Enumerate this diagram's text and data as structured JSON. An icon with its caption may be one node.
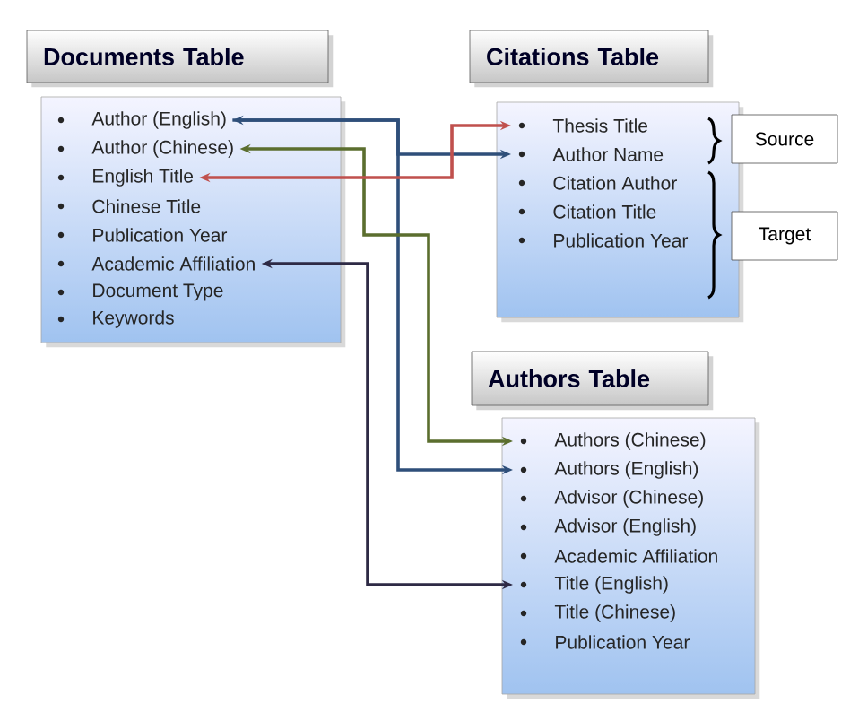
{
  "diagram": {
    "nodes": [
      {
        "text": [
          "Documents Table"
        ]
      },
      {
        "text": [],
        "shape": "box"
      },
      {
        "text": [
          "Author (English)"
        ],
        "in": 1
      },
      {
        "text": [
          "Author (Chinese)"
        ],
        "in": 1
      },
      {
        "text": [
          "English Title"
        ],
        "in": 1
      },
      {
        "text": [
          "Chinese Title"
        ],
        "in": 1
      },
      {
        "text": [
          "Publication Year"
        ],
        "in": 1
      },
      {
        "text": [
          "Academic Affiliation"
        ],
        "in": 1
      },
      {
        "text": [
          "Document Type"
        ],
        "in": 1
      },
      {
        "text": [
          "Keywords"
        ],
        "in": 1
      },
      {
        "text": [
          "Citations Table"
        ]
      },
      {
        "text": [],
        "shape": "box"
      },
      {
        "text": [
          "Thesis Title"
        ],
        "in": 11
      },
      {
        "text": [
          "Author Name"
        ],
        "in": 11
      },
      {
        "text": [
          "Citation Author"
        ],
        "in": 11
      },
      {
        "text": [
          "Citation Title"
        ],
        "in": 11
      },
      {
        "text": [
          "Publication Year"
        ],
        "in": 11
      },
      {
        "text": [
          "Source"
        ]
      },
      {
        "text": [
          "Target"
        ]
      },
      {
        "text": [
          "Authors Table"
        ]
      },
      {
        "text": [],
        "shape": "box"
      },
      {
        "text": [
          "Authors (Chinese)"
        ],
        "in": 20
      },
      {
        "text": [
          "Authors (English)"
        ],
        "in": 20
      },
      {
        "text": [
          "Advisor (Chinese)"
        ],
        "in": 20
      },
      {
        "text": [
          "Advisor (English)"
        ],
        "in": 20
      },
      {
        "text": [
          "Academic Affiliation"
        ],
        "in": 20
      },
      {
        "text": [
          "Title (English)"
        ],
        "in": 20
      },
      {
        "text": [
          "Title (Chinese)"
        ],
        "in": 20
      },
      {
        "text": [
          "Publication Year"
        ],
        "in": 20
      }
    ],
    "edges": [
      {
        "from": 2,
        "to": 22,
        "arrow": "both",
        "color": "#2f4f7a"
      },
      {
        "from": 2,
        "to": 13,
        "arrow": "to",
        "color": "#2f4f7a"
      },
      {
        "from": 3,
        "to": 21,
        "arrow": "both",
        "color": "#5b6e2e"
      },
      {
        "from": 4,
        "to": 12,
        "arrow": "both",
        "color": "#c0504d"
      },
      {
        "from": 7,
        "to": 26,
        "arrow": "both",
        "color": "#2e2a45"
      }
    ]
  }
}
